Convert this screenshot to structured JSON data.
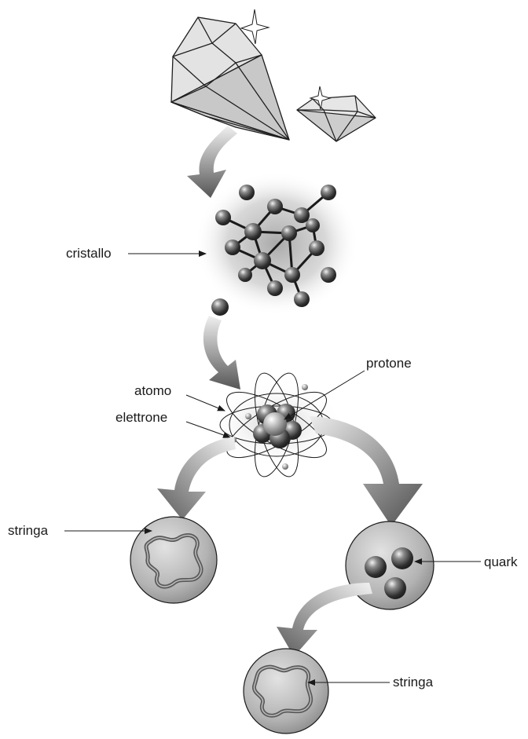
{
  "labels": {
    "cristallo": "cristallo",
    "atomo": "atomo",
    "elettrone": "elettrone",
    "protone": "protone",
    "stringa_left": "stringa",
    "quark": "quark",
    "stringa_bottom": "stringa"
  },
  "colors": {
    "ink": "#1a1a1a",
    "crystal_fill": "#d9d9d9",
    "sphere_dark": "#3a3a3a",
    "sphere_light": "#cfcfcf",
    "disc_fill": "#bdbdbd",
    "arrow_dark": "#5a5a5a",
    "arrow_light": "#e6e6e6"
  },
  "icons": [
    "diamond-icon",
    "sparkle-icon",
    "molecule-icon",
    "atom-icon",
    "string-icon",
    "quark-icon",
    "curved-arrow-icon"
  ]
}
